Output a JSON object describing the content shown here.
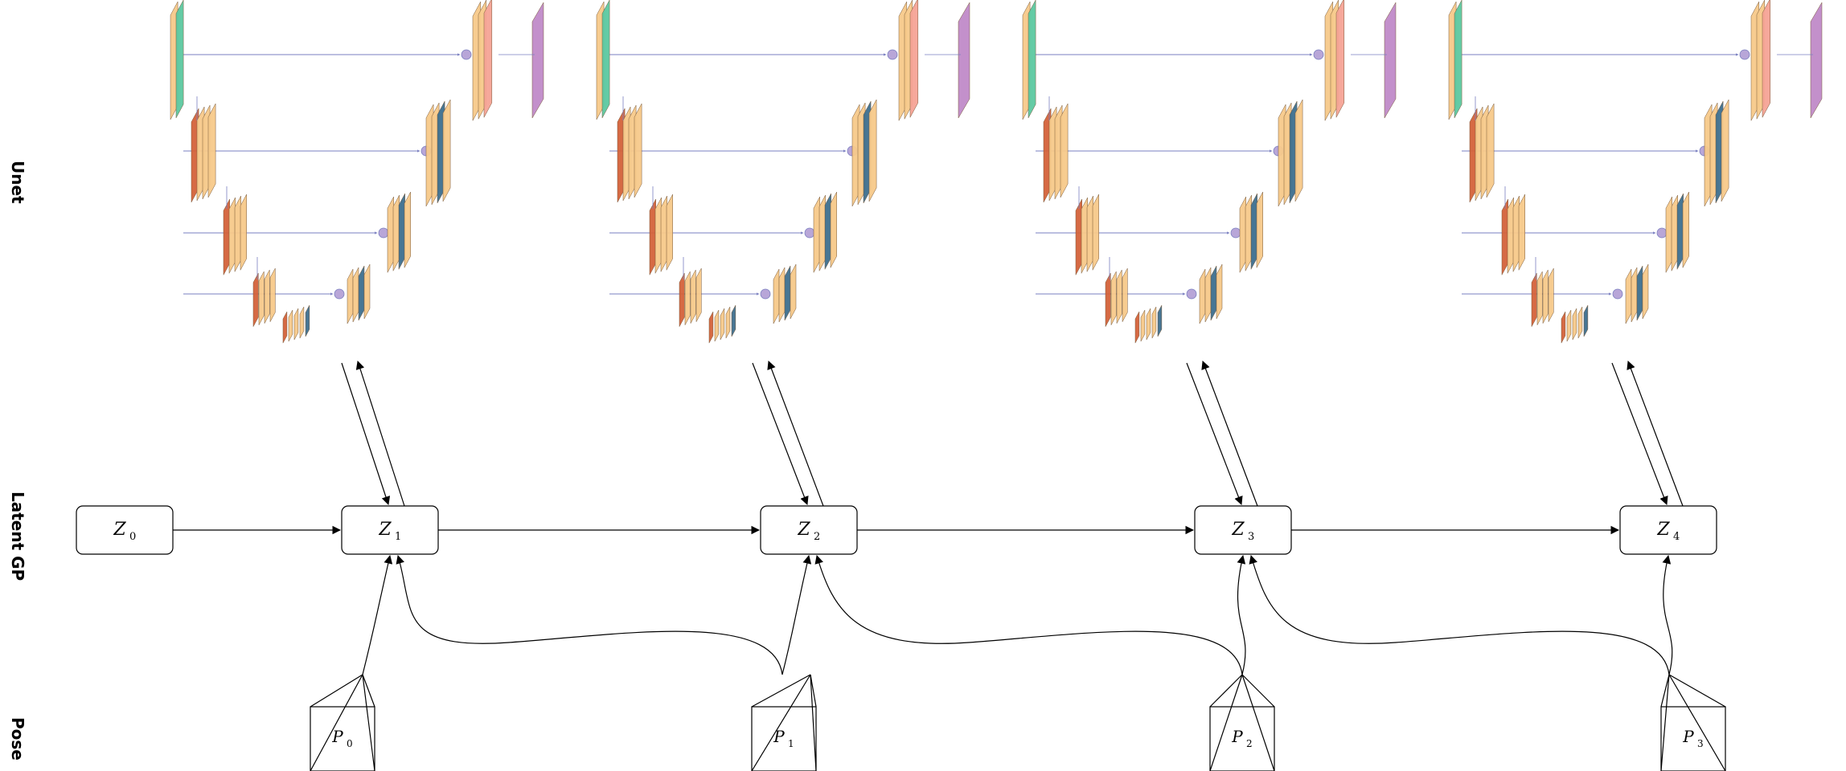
{
  "rows": {
    "unet": "Unet",
    "latent": "Latent GP",
    "pose": "Pose"
  },
  "latents": [
    {
      "main": "Z",
      "sub": "0"
    },
    {
      "main": "Z",
      "sub": "1"
    },
    {
      "main": "Z",
      "sub": "2"
    },
    {
      "main": "Z",
      "sub": "3"
    },
    {
      "main": "Z",
      "sub": "4"
    }
  ],
  "poses": [
    {
      "main": "P",
      "sub": "0"
    },
    {
      "main": "P",
      "sub": "1"
    },
    {
      "main": "P",
      "sub": "2"
    },
    {
      "main": "P",
      "sub": "3"
    }
  ],
  "unet_count": 4,
  "colors": {
    "input": "#5cc8a0",
    "conv": "#f7c98a",
    "pool": "#d4623a",
    "upconv": "#3d6f8e",
    "skip_output": "#f5a396",
    "softmax": "#c08ac8",
    "connector": "#7a7fc0",
    "line": "#000000"
  }
}
